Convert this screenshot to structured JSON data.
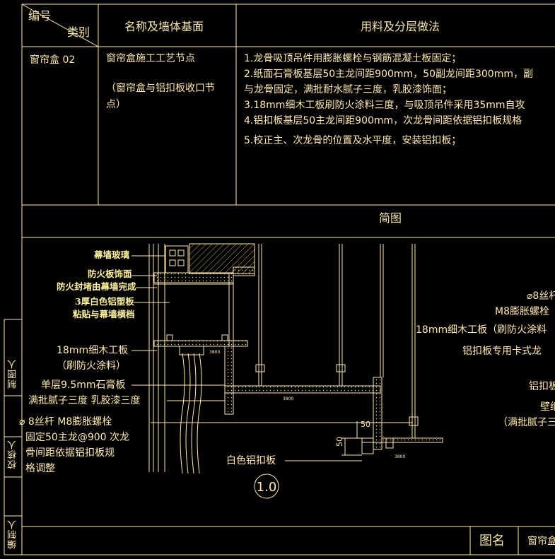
{
  "header": {
    "number_label": "编号",
    "category_label": "类别",
    "name_col": "名称及墙体基面",
    "method_col": "用料及分层做法"
  },
  "row": {
    "number": "窗帘盒 02",
    "name_line1": "窗帘盒施工工艺节点",
    "name_line2": "（窗帘盒与铝扣板收口节",
    "name_line3": "点）",
    "steps": [
      "1.龙骨吸顶吊件用膨胀螺栓与钢筋混凝土板固定；",
      "2.纸面石膏板基层50主龙间距900mm，50副龙间距300mm，副",
      "与龙骨固定，满批耐水腻子三度，乳胶漆饰面；",
      "3.18mm细木工板刷防火涂料三度，与吸顶吊件采用35mm自攻",
      "4.铝扣板基层50主龙间距900mm，次龙骨间距依据铝扣板规格",
      "5.校正主、次龙骨的位置及水平度，安装铝扣板；"
    ]
  },
  "diagram_title": "简图",
  "labels": {
    "curtain_glass": "幕墙玻璃",
    "fire_board": "防火板饰面",
    "fire_seal": "防火封堵由幕墙完成",
    "alu_board": "3厚白色铝塑板",
    "alu_board_2": "粘贴与幕墙横档",
    "wood_board": "18mm细木工板",
    "wood_board_2": "（刷防火涂料）",
    "gypsum": "单层9.5mm石膏板",
    "gypsum_2": "满批腻子三度 乳胶漆三度",
    "rod": "⌀ 8丝杆  M8膨胀螺栓",
    "rod_2": "固定50主龙@900 次龙",
    "rod_3": "骨间距依据铝扣板规",
    "rod_4": "格调整",
    "white_alu": "白色铝扣板",
    "r_rod": "⌀8丝杆",
    "r_bolt": "M8膨胀螺栓",
    "r_wood": "18mm细木工板（刷防火涂料",
    "r_keel": "铝扣板专用卡式龙",
    "r_alu": "铝扣板",
    "r_wall": "壁纸",
    "r_putty": "（满批腻子三",
    "dim_50a": "50",
    "dim_50b": "50",
    "small_1": "3800",
    "small_2": "3800",
    "small_3": "3800",
    "scale": "1.0"
  },
  "side_labels": {
    "draw": "制图人",
    "check": "校核人",
    "edit": "编制人"
  },
  "footer": {
    "title_label": "图名",
    "title_value": "窗帘盒"
  },
  "colors": {
    "line": "#ffe9b0",
    "text": "#ffe9b0",
    "hatch": "#c9b57a",
    "background": "#000000"
  }
}
